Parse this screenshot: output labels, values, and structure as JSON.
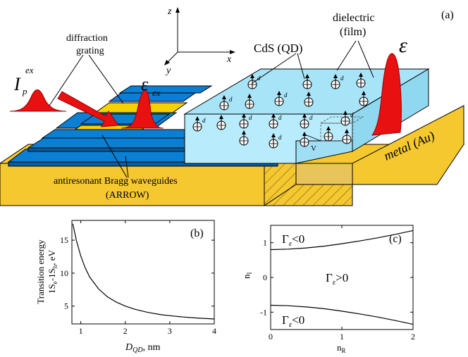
{
  "panel_a": {
    "label": "(a)",
    "axis_z": "z",
    "axis_x": "x",
    "axis_y": "y",
    "pump_symbol": "I",
    "pump_sub": "p",
    "pump_sup": "ex",
    "grating_line1": "diffraction",
    "grating_line2": "grating",
    "eps_ex_symbol": "ε",
    "eps_ex_sub": "ex",
    "cds_label": "CdS (QD)",
    "dielectric_line1": "dielectric",
    "dielectric_line2": "(film)",
    "eps_symbol": "ε",
    "metal_label": "metal (Au)",
    "arrow_line1": "antiresonant Bragg waveguides",
    "arrow_line2": "(ARROW)",
    "dipole_label": "d",
    "volume_label": "V"
  },
  "chart_data": [
    {
      "type": "line",
      "panel_label": "(b)",
      "ylabel_line1": "Transition energy",
      "ylabel_line2": "1S",
      "ylabel_line2_sub_e": "e",
      "ylabel_line2_mid": "-1S",
      "ylabel_line2_sub_h": "h",
      "ylabel_line2_unit": ", eV",
      "xlabel_main": "D",
      "xlabel_sub": "QD",
      "xlabel_unit": ", nm",
      "xlim": [
        0.8,
        4
      ],
      "ylim": [
        2.3,
        18
      ],
      "xticks": [
        "1",
        "2",
        "3",
        "4"
      ],
      "yticks": [
        "5",
        "10",
        "15"
      ],
      "series": [
        {
          "x": [
            0.82,
            0.9,
            1.0,
            1.1,
            1.2,
            1.4,
            1.6,
            1.8,
            2.0,
            2.2,
            2.5,
            2.8,
            3.0,
            3.3,
            3.6,
            4.0
          ],
          "y": [
            17.5,
            15.0,
            12.6,
            10.8,
            9.4,
            7.6,
            6.4,
            5.6,
            5.0,
            4.55,
            4.05,
            3.7,
            3.55,
            3.35,
            3.2,
            3.05
          ]
        }
      ]
    },
    {
      "type": "line",
      "panel_label": "(c)",
      "ylabel": "n",
      "ylabel_sub": "I",
      "xlabel": "n",
      "xlabel_sub": "R",
      "xlim": [
        0,
        2
      ],
      "ylim": [
        -1.5,
        1.5
      ],
      "xticks": [
        "0",
        "1",
        "2"
      ],
      "yticks": [
        "-1",
        "0",
        "1"
      ],
      "region_upper": "<0",
      "region_middle": ">0",
      "region_lower": "<0",
      "region_symbol": "Γ",
      "region_sub": "ε",
      "series": [
        {
          "x": [
            0,
            0.25,
            0.5,
            0.75,
            1.0,
            1.25,
            1.5,
            1.75,
            2.0
          ],
          "y": [
            0.8,
            0.815,
            0.85,
            0.9,
            0.97,
            1.05,
            1.14,
            1.24,
            1.35
          ]
        },
        {
          "x": [
            0,
            0.25,
            0.5,
            0.75,
            1.0,
            1.25,
            1.5,
            1.75,
            2.0
          ],
          "y": [
            -0.8,
            -0.815,
            -0.85,
            -0.9,
            -0.97,
            -1.05,
            -1.14,
            -1.24,
            -1.35
          ]
        }
      ]
    }
  ]
}
